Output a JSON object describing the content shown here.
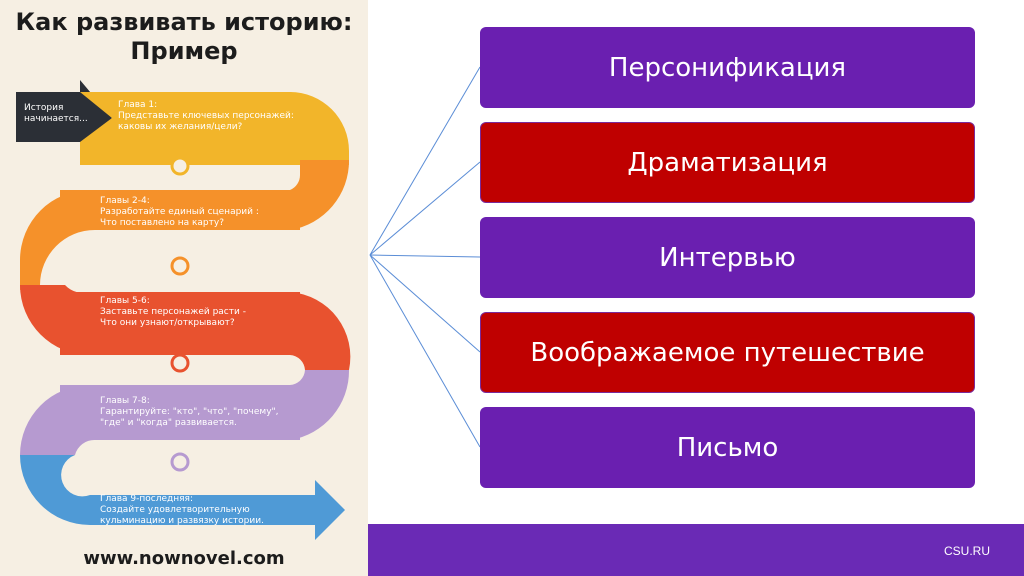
{
  "infographic": {
    "title_line1": "Как развивать историю:",
    "title_line2": "Пример",
    "start_label": "История\nначинается...",
    "steps": [
      {
        "text": "Глава 1:\nПредставьте ключевых персонажей:\nкаковы их желания/цели?",
        "color": "#f2b52a"
      },
      {
        "text": "Главы 2-4:\nРазработайте единый сценарий :\nЧто поставлено на карту?",
        "color": "#f5912a"
      },
      {
        "text": "Главы 5-6:\nЗаставьте персонажей расти -\nЧто они узнают/открывают?",
        "color": "#e8522f"
      },
      {
        "text": "Главы 7-8:\nГарантируйте: \"кто\", \"что\", \"почему\",\n\"где\" и \"когда\" развивается.",
        "color": "#b69ad0"
      },
      {
        "text": "Глава 9-последняя:\nСоздайте удовлетворительную\nкульминацию и развязку истории.",
        "color": "#4f9ad6"
      }
    ],
    "footer": "www.nownovel.com"
  },
  "boxes": [
    {
      "label": "Персонификация",
      "color": "#6a1fb0"
    },
    {
      "label": "Драматизация",
      "color": "#bf0000"
    },
    {
      "label": "Интервью",
      "color": "#6a1fb0"
    },
    {
      "label": "Воображаемое путешествие",
      "color": "#bf0000"
    },
    {
      "label": "Письмо",
      "color": "#6a1fb0"
    }
  ],
  "footer": {
    "site": "CSU.RU",
    "bar_color": "#6a2ab5"
  }
}
